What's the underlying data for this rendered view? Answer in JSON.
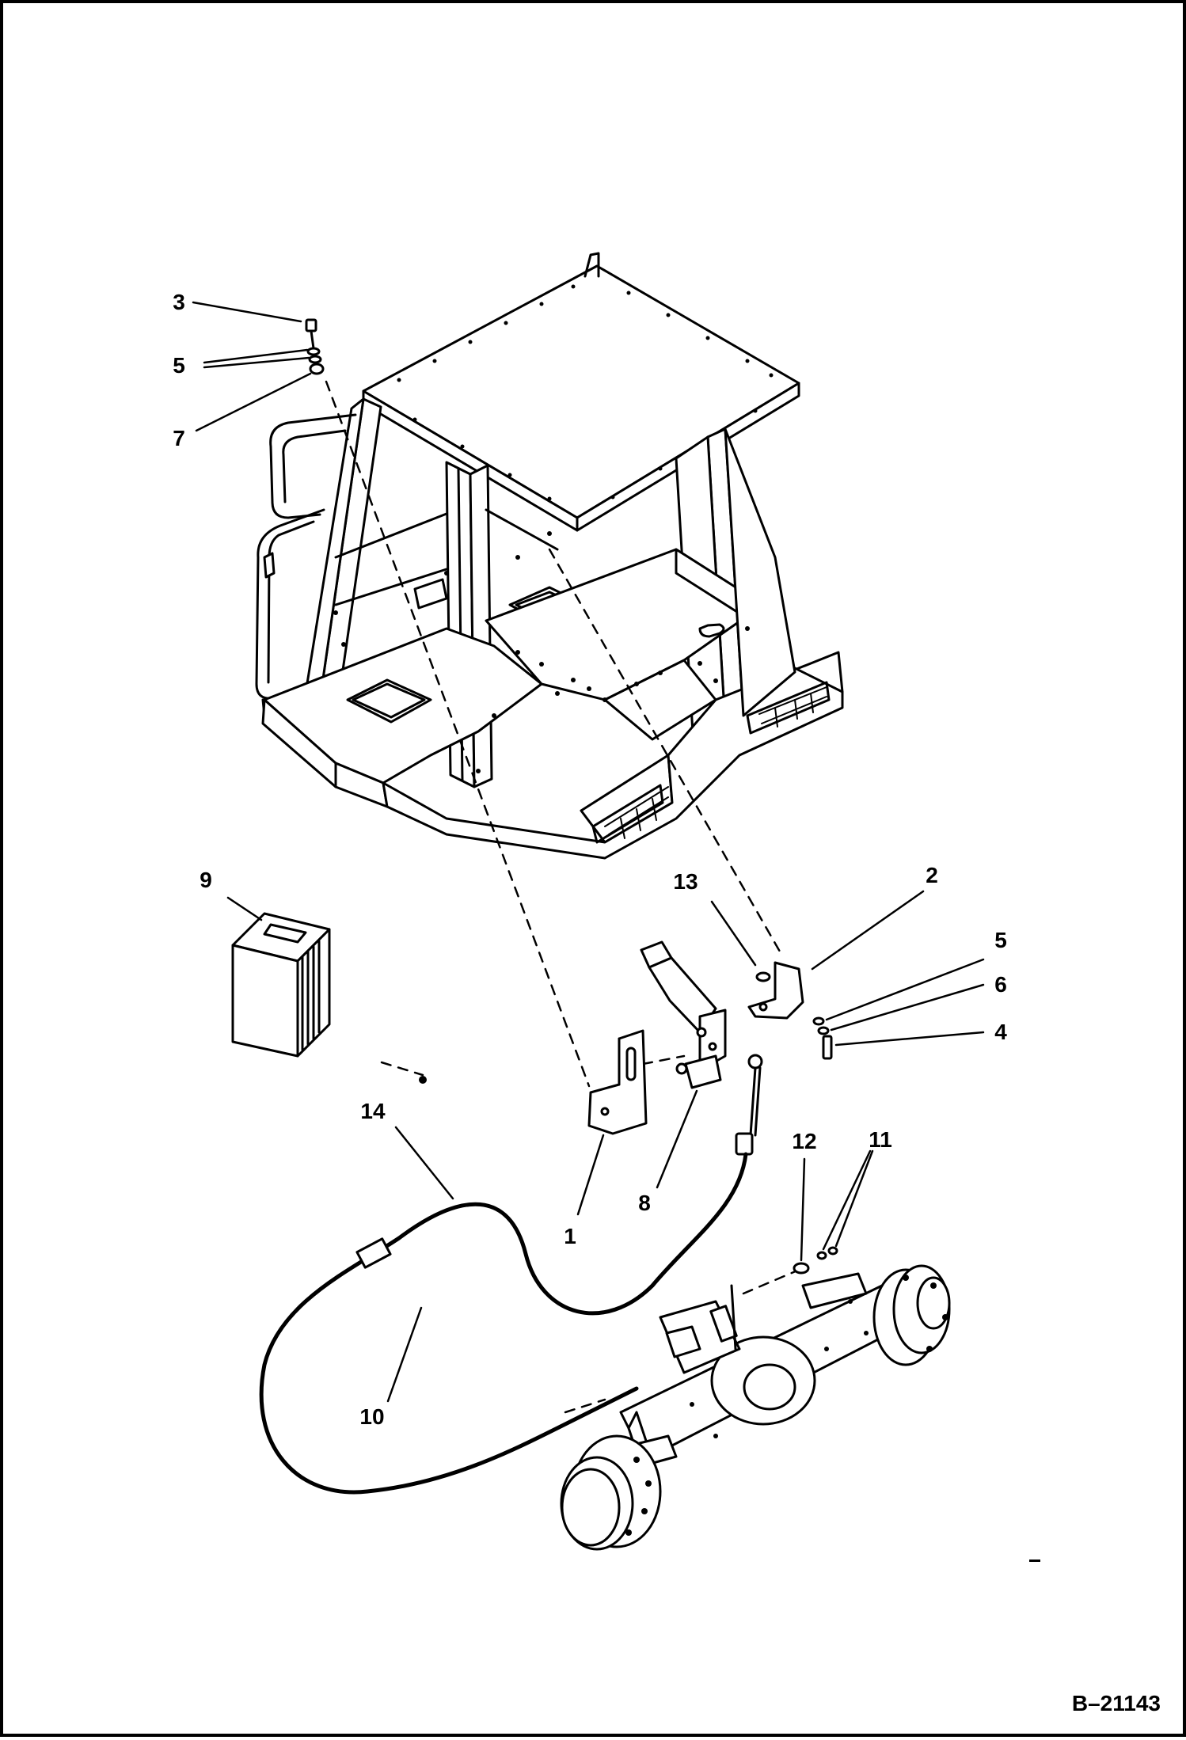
{
  "drawing": {
    "id": "B–21143"
  },
  "callouts": [
    {
      "key": "c3",
      "label": "3"
    },
    {
      "key": "c5a",
      "label": "5"
    },
    {
      "key": "c7",
      "label": "7"
    },
    {
      "key": "c9",
      "label": "9"
    },
    {
      "key": "c13",
      "label": "13"
    },
    {
      "key": "c2",
      "label": "2"
    },
    {
      "key": "c5b",
      "label": "5"
    },
    {
      "key": "c6",
      "label": "6"
    },
    {
      "key": "c4",
      "label": "4"
    },
    {
      "key": "c14",
      "label": "14"
    },
    {
      "key": "c12",
      "label": "12"
    },
    {
      "key": "c11",
      "label": "11"
    },
    {
      "key": "c1",
      "label": "1"
    },
    {
      "key": "c8",
      "label": "8"
    },
    {
      "key": "c10",
      "label": "10"
    }
  ]
}
